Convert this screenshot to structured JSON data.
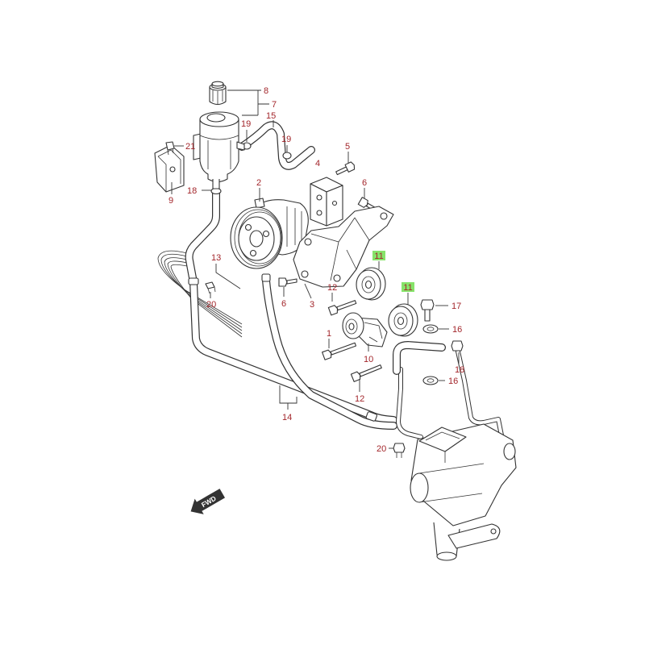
{
  "diagram": {
    "colors": {
      "label": "#a3262b",
      "highlight": "#86e36a",
      "line": "#333333"
    },
    "callouts": [
      {
        "number": "8"
      },
      {
        "number": "7"
      },
      {
        "number": "15"
      },
      {
        "number": "19"
      },
      {
        "number": "19"
      },
      {
        "number": "21"
      },
      {
        "number": "5"
      },
      {
        "number": "4"
      },
      {
        "number": "6"
      },
      {
        "number": "2"
      },
      {
        "number": "18"
      },
      {
        "number": "9"
      },
      {
        "number": "11",
        "highlighted": true
      },
      {
        "number": "13"
      },
      {
        "number": "11",
        "highlighted": true
      },
      {
        "number": "12"
      },
      {
        "number": "20"
      },
      {
        "number": "6"
      },
      {
        "number": "3"
      },
      {
        "number": "17"
      },
      {
        "number": "16"
      },
      {
        "number": "1"
      },
      {
        "number": "10"
      },
      {
        "number": "18"
      },
      {
        "number": "16"
      },
      {
        "number": "12"
      },
      {
        "number": "14"
      },
      {
        "number": "20"
      }
    ],
    "fwd_label": "FWD"
  }
}
